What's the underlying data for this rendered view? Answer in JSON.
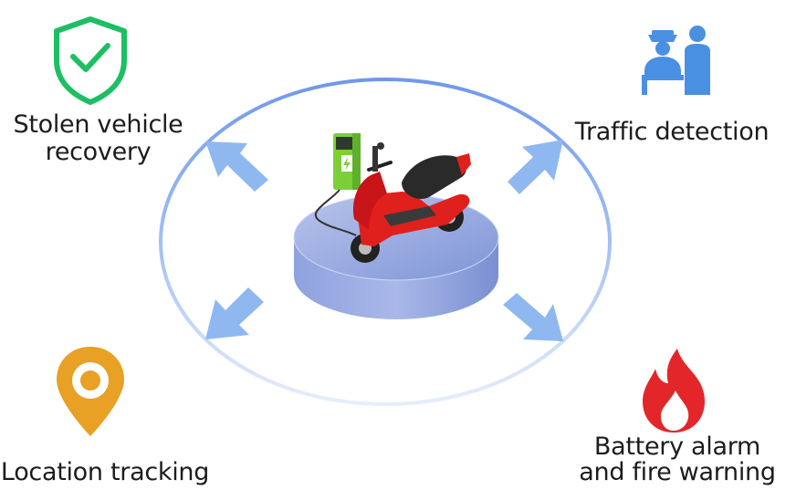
{
  "features": {
    "stolen_recovery": {
      "line1": "Stolen vehicle",
      "line2": "recovery",
      "icon": "shield-check-icon",
      "color": "#1dbf63"
    },
    "traffic_detection": {
      "line1": "Traffic detection",
      "icon": "traffic-police-icon",
      "color": "#4a90e2"
    },
    "location_tracking": {
      "line1": "Location tracking",
      "icon": "location-pin-icon",
      "color": "#e8a025"
    },
    "battery_alarm": {
      "line1": "Battery alarm",
      "line2": "and fire warning",
      "icon": "fire-icon",
      "color": "#e3262a"
    }
  },
  "center": {
    "icon": "e-scooter-charging-icon",
    "platform_color": "#8fa3dc",
    "ring_color": "#7ba2ea",
    "arrow_color": "#8fb8f0"
  }
}
